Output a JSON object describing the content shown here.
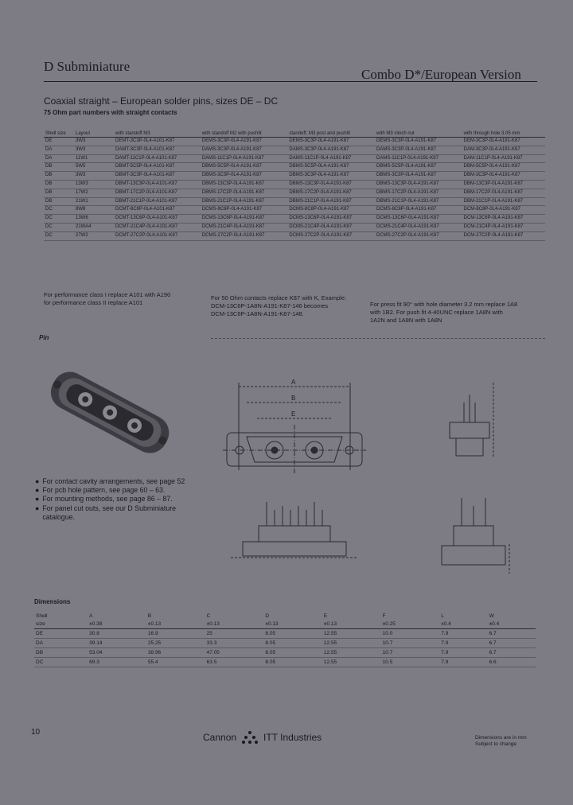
{
  "header": {
    "left_title": "D Subminiature",
    "right_title": "Combo D*/European Version"
  },
  "subtitle": "Coaxial straight – European solder pins, sizes DE – DC",
  "part_numbers": {
    "title": "75 Ohm part numbers with straight contacts",
    "columns": [
      "Shell size",
      "Layout",
      "with standoff M3",
      "with standoff M2 with pushlit",
      "standoff, M3 post and pushlit",
      "with M3 clinch nut",
      "with through hole 3.05 mm"
    ],
    "rows": [
      [
        "DE",
        "3W3",
        "DEMT-3C3P-0L4-A101-K87",
        "DEMS-3C3P-0L4-A191-K87",
        "DEMS-3C3P-0L4-A191-K87",
        "DEMS-3C3P-0L4-A191-K87",
        "DEM-3C3P-0L4-A191-K87"
      ],
      [
        "DA",
        "3W3",
        "DAMT-3C3P-0L4-A101-K87",
        "DAMS-3C3P-0L4-A191-K87",
        "DAMS-3C3P-0L4-A191-K87",
        "DAMS-3C3P-0L4-A191-K87",
        "DAM-3C3P-0L4-A191-K87"
      ],
      [
        "DA",
        "11W1",
        "DAMT-11C1P-0L4-A101-K87",
        "DAMS-11C1P-0L4-A191-K87",
        "DAMS-11C1P-0L4-A191-K87",
        "DAMS-11C1P-0L4-A191-K87",
        "DAM-11C1P-0L4-A191-K87"
      ],
      [
        "DB",
        "5W5",
        "DBMT-5C5P-0L4-A101-K87",
        "DBMS-5C5P-0L4-A191-K87",
        "DBMS-5C5P-0L4-A191-K87",
        "DBMS-5C5P-0L4-A191-K87",
        "DBM-5C5P-0L4-A191-K87"
      ],
      [
        "DB",
        "3W3",
        "DBMT-3C3P-0L4-A101-K87",
        "DBMS-3C3P-0L4-A191-K87",
        "DBMS-3C3P-0L4-A191-K87",
        "DBMS-3C3P-0L4-A191-K87",
        "DBM-3C3P-0L4-A191-K87"
      ],
      [
        "DB",
        "13W3",
        "DBMT-13C3P-0L4-A101-K87",
        "DBMS-13C3P-0L4-A191-K87",
        "DBMS-13C3P-0L4-A191-K87",
        "DBMS-13C3P-0L4-A191-K87",
        "DBM-13C3P-0L4-A191-K87"
      ],
      [
        "DB",
        "17W2",
        "DBMT-17C2P-0L4-A101-K87",
        "DBMS-17C2P-0L4-A191-K87",
        "DBMS-17C2P-0L4-A191-K87",
        "DBMS-17C2P-0L4-A191-K87",
        "DBM-17C2P-0L4-A191-K87"
      ],
      [
        "DB",
        "21W1",
        "DBMT-21C1P-0L4-A101-K87",
        "DBMS-21C1P-0L4-A191-K87",
        "DBMS-21C1P-0L4-A191-K87",
        "DBMS-21C1P-0L4-A191-K87",
        "DBM-21C1P-0L4-A191-K87"
      ],
      [
        "DC",
        "8W8",
        "DCMT-8C8P-0L4-A101-K87",
        "DCMS-8C8P-0L4-A191-K87",
        "DCMS-8C8P-0L4-A191-K87",
        "DCMS-8C8P-0L4-A191-K87",
        "DCM-8C8P-0L4-A191-K87"
      ],
      [
        "DC",
        "13W6",
        "DCMT-13C6P-0L4-A101-K87",
        "DCMS-13C6P-0L4-A191-K87",
        "DCMS-13C6P-0L4-A191-K87",
        "DCMS-13C6P-0L4-A191-K87",
        "DCM-13C6P-0L4-A191-K87"
      ],
      [
        "DC",
        "21WA4",
        "DCMT-21C4P-0L4-A101-K87",
        "DCMS-21C4P-0L4-A191-K87",
        "DCMS-21C4P-0L4-A191-K87",
        "DCMS-21C4P-0L4-A191-K87",
        "DCM-21C4P-0L4-A191-K87"
      ],
      [
        "DC",
        "27W2",
        "DCMT-27C2P-0L4-A101-K87",
        "DCMS-27C2P-0L4-A191-K87",
        "DCMS-27C2P-0L4-A191-K87",
        "DCMS-27C2P-0L4-A191-K87",
        "DCM-27C2P-0L4-A191-K87"
      ]
    ]
  },
  "notes": {
    "left": [
      "For performance class I replace A101 with A190",
      "for performance class II replace A101"
    ],
    "middle": [
      "For 50 Ohm contacts replace K87 with K, Example:",
      "DCM-13C6P-1A8N-A191-K87-146 becomes",
      "DCM-13C6P-1A8N-A191-K87-148."
    ],
    "right": [
      "For press fit 90° with hole diameter 3.2 mm replace 1A8",
      "with 1B2. For push fit 4-40UNC replace 1A8N with",
      "1A2N and 1A8N with 1A8N"
    ]
  },
  "pin": {
    "title": "Pin",
    "bullets": [
      "For contact cavity arrangements, see page 52",
      "For pcb hole pattern, see page 60 – 63.",
      "For mounting methods, see page 86 – 87.",
      "For panel cut outs, see our D Subminiature catalogue."
    ],
    "drawing_labels": [
      "A",
      "B",
      "E"
    ]
  },
  "dimensions": {
    "title": "Dimensions",
    "headers": [
      "Shell",
      "A",
      "B",
      "C",
      "D",
      "E",
      "F",
      "L",
      "W"
    ],
    "units": [
      "size",
      "±0.38",
      "±0.13",
      "±0.13",
      "±0.13",
      "±0.13",
      "±0.25",
      "±0.4",
      "±0.4"
    ],
    "rows": [
      [
        "DE",
        "30.8",
        "16.9",
        "25",
        "8.05",
        "12.55",
        "10.0",
        "7.9",
        "6.7"
      ],
      [
        "DA",
        "39.14",
        "25.25",
        "33.3",
        "8.05",
        "12.55",
        "10.7",
        "7.9",
        "6.7"
      ],
      [
        "DB",
        "53.04",
        "38.96",
        "47.05",
        "8.05",
        "12.55",
        "10.7",
        "7.9",
        "6.7"
      ],
      [
        "DC",
        "69.3",
        "55.4",
        "63.5",
        "8.05",
        "12.55",
        "10.5",
        "7.9",
        "6.6"
      ]
    ]
  },
  "footer": {
    "page_number": "10",
    "brand_left": "Cannon",
    "brand_right": "ITT Industries",
    "note": [
      "Dimensions are in mm",
      "Subject to change"
    ]
  }
}
